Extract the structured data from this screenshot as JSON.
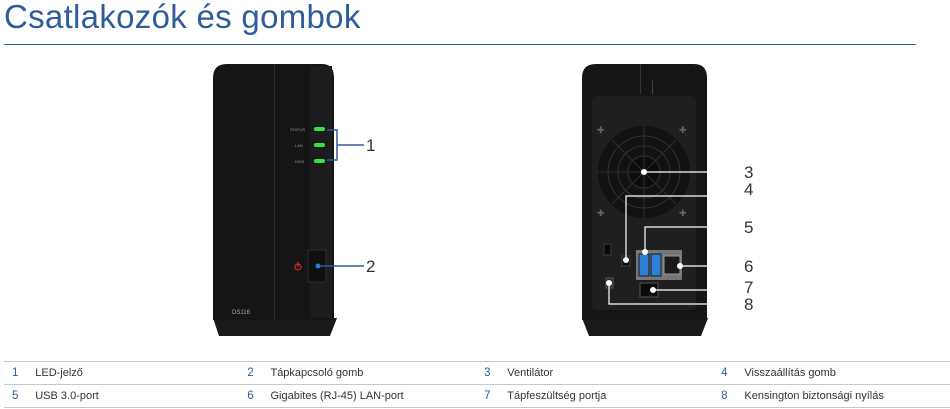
{
  "title": "Csatlakozók és gombok",
  "front": {
    "led_labels": [
      "STATUS",
      "LAN",
      "DISK"
    ],
    "model": "DS116",
    "callouts": [
      "1",
      "2"
    ]
  },
  "back": {
    "callouts": [
      "3",
      "4",
      "5",
      "6",
      "7",
      "8"
    ]
  },
  "legend": [
    [
      {
        "num": "1",
        "text": "LED-jelző"
      },
      {
        "num": "2",
        "text": "Tápkapcsoló gomb"
      },
      {
        "num": "3",
        "text": "Ventilátor"
      },
      {
        "num": "4",
        "text": "Visszaállítás gomb"
      }
    ],
    [
      {
        "num": "5",
        "text": "USB 3.0-port"
      },
      {
        "num": "6",
        "text": "Gigabites (RJ-45) LAN-port"
      },
      {
        "num": "7",
        "text": "Tápfeszültség portja"
      },
      {
        "num": "8",
        "text": "Kensington biztonsági nyílás"
      }
    ]
  ],
  "colors": {
    "accent": "#2f5d9a",
    "led": "#3ee04a",
    "power": "#d42828",
    "button_led": "#2a7de0",
    "usb": "#2f7fd6",
    "body": "#151515"
  }
}
